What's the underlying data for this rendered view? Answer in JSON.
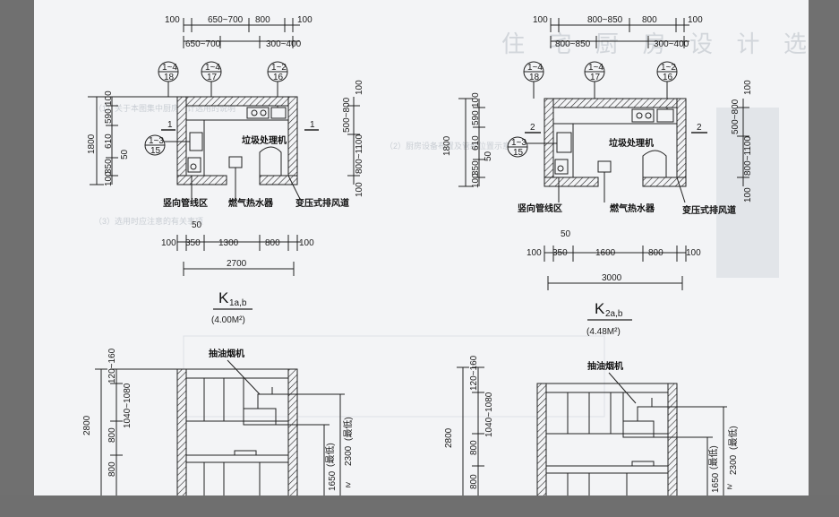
{
  "bleed_through": {
    "title": "住 宅 厨 房 设 计 选 用 说 明",
    "note_a": "（1）关于本图集中厨房设计选用的说明",
    "note_b": "（2）厨房设备布置及管线位置示意",
    "note_c": "（3）选用时应注意的有关事项"
  },
  "k1": {
    "top_dims": [
      "100",
      "650~700",
      "800",
      "100"
    ],
    "top_dims2": [
      "650~700",
      "300~400"
    ],
    "callouts": [
      {
        "top": "1~4",
        "bottom": "18"
      },
      {
        "top": "1~4",
        "bottom": "17"
      },
      {
        "top": "1~2",
        "bottom": "16"
      }
    ],
    "side_callout": {
      "top": "1~3",
      "bottom": "15"
    },
    "left_dims": [
      "100",
      "590",
      "610",
      "350",
      "100"
    ],
    "left_total": "1800",
    "dim_50": "50",
    "right_dims": [
      "100",
      "500~800",
      "800~1100",
      "100"
    ],
    "section_mark": "1",
    "labels": {
      "garbage": "垃圾处理机",
      "pipe_zone": "竖向管线区",
      "water_heater": "燃气热水器",
      "exhaust": "变压式排风道"
    },
    "bottom_dim_top": "50",
    "bottom_dims": [
      "100",
      "350",
      "1300",
      "800",
      "100"
    ],
    "bottom_total": "2700",
    "name_main": "K",
    "name_sub": "1a,b",
    "area": "(4.00M²)"
  },
  "k2": {
    "top_dims": [
      "100",
      "800~850",
      "800",
      "100"
    ],
    "top_dims2": [
      "800~850",
      "300~400"
    ],
    "callouts": [
      {
        "top": "1~4",
        "bottom": "18"
      },
      {
        "top": "1~4",
        "bottom": "17"
      },
      {
        "top": "1~2",
        "bottom": "16"
      }
    ],
    "side_callout": {
      "top": "1~3",
      "bottom": "15"
    },
    "left_dims": [
      "100",
      "590",
      "610",
      "350",
      "100"
    ],
    "left_total": "1800",
    "dim_50": "50",
    "right_dims": [
      "100",
      "500~800",
      "800~1100",
      "100"
    ],
    "section_mark": "2",
    "labels": {
      "garbage": "垃圾处理机",
      "pipe_zone": "竖向管线区",
      "water_heater": "燃气热水器",
      "exhaust": "变压式排风道"
    },
    "bottom_dim_top": "50",
    "bottom_dims": [
      "100",
      "350",
      "1600",
      "800",
      "100"
    ],
    "bottom_total": "3000",
    "name_main": "K",
    "name_sub": "2a,b",
    "area": "(4.48M²)"
  },
  "elev1": {
    "hood": "抽油烟机",
    "left_dims": [
      "120~160",
      "1040~1080",
      "800",
      "800"
    ],
    "total": "2800",
    "right_dims": [
      "1650",
      "2300"
    ],
    "right_note": "(最低)"
  },
  "elev2": {
    "hood": "抽油烟机",
    "left_dims": [
      "120~160",
      "1040~1080",
      "800",
      "800"
    ],
    "total": "2800",
    "right_dims": [
      "1650",
      "2300"
    ],
    "right_note": "(最低)"
  }
}
